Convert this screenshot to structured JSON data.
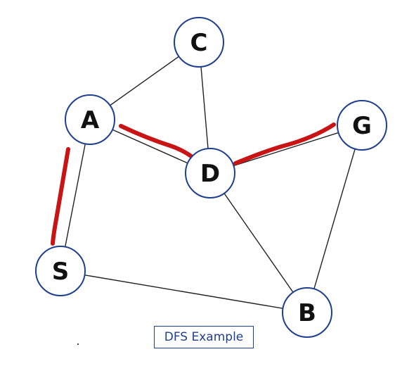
{
  "diagram": {
    "caption": "DFS Example",
    "colors": {
      "node_stroke": "#1f3f8f",
      "edge": "#222222",
      "highlight": "#c81414",
      "label": "#111111"
    },
    "nodes": [
      {
        "id": "C",
        "label": "C"
      },
      {
        "id": "A",
        "label": "A"
      },
      {
        "id": "G",
        "label": "G"
      },
      {
        "id": "D",
        "label": "D"
      },
      {
        "id": "S",
        "label": "S"
      },
      {
        "id": "B",
        "label": "B"
      }
    ],
    "edges": [
      {
        "from": "A",
        "to": "C"
      },
      {
        "from": "C",
        "to": "D"
      },
      {
        "from": "A",
        "to": "D"
      },
      {
        "from": "A",
        "to": "S"
      },
      {
        "from": "D",
        "to": "G"
      },
      {
        "from": "D",
        "to": "B"
      },
      {
        "from": "G",
        "to": "B"
      },
      {
        "from": "S",
        "to": "B"
      }
    ],
    "highlighted_path": [
      "S",
      "A",
      "D",
      "G"
    ]
  }
}
